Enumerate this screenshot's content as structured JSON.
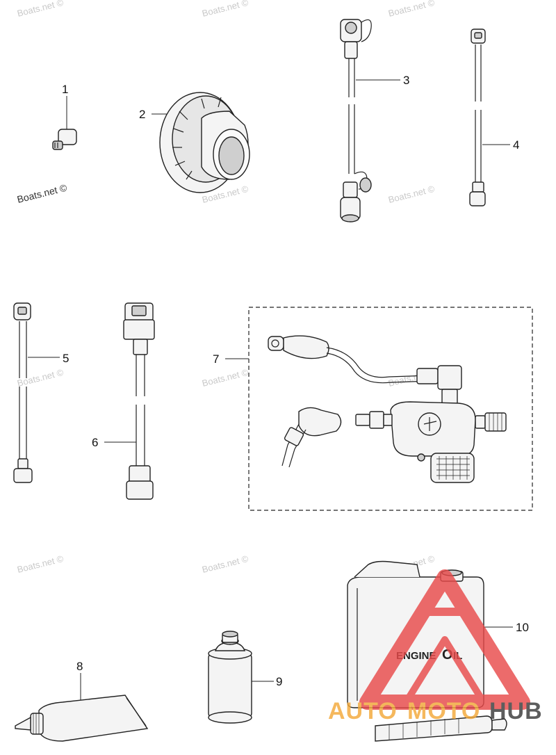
{
  "watermark": {
    "text": "Boats.net ©",
    "text_dark": "Boats.net ©"
  },
  "callouts": {
    "c1": "1",
    "c2": "2",
    "c3": "3",
    "c4": "4",
    "c5": "5",
    "c6": "6",
    "c7": "7",
    "c8": "8",
    "c9": "9",
    "c10": "10"
  },
  "oil_label": {
    "engine": "ENGINE",
    "oil_o": "O",
    "oil_il": "IL"
  },
  "logo": {
    "auto": "AUTO",
    "moto": "MOTO",
    "hub": "HUB"
  },
  "colors": {
    "logo_red": "#e84b4b",
    "logo_orange": "#f3a93a",
    "logo_dark": "#3a3a3a"
  }
}
